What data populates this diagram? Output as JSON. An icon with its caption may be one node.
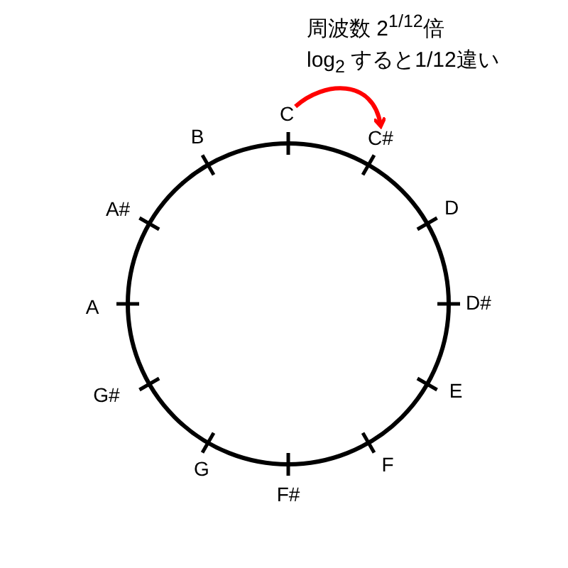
{
  "diagram": {
    "nodes": [
      {
        "text": [
          "C"
        ]
      },
      {
        "text": [
          "C#"
        ]
      },
      {
        "text": [
          "D"
        ]
      },
      {
        "text": [
          "D#"
        ]
      },
      {
        "text": [
          "E"
        ]
      },
      {
        "text": [
          "F"
        ]
      },
      {
        "text": [
          "F#"
        ]
      },
      {
        "text": [
          "G"
        ]
      },
      {
        "text": [
          "G#"
        ]
      },
      {
        "text": [
          "A"
        ]
      },
      {
        "text": [
          "A#"
        ]
      },
      {
        "text": [
          "B"
        ]
      }
    ],
    "edges": [
      {
        "from": 0,
        "to": 1,
        "arrow": "to",
        "color": "#ff0000"
      }
    ],
    "labels": [
      "周波数 2$^{1/12}$倍",
      "log$_{2}$ すると1/12違い"
    ]
  }
}
